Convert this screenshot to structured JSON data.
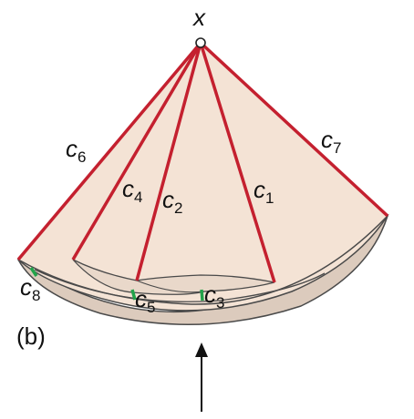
{
  "figure": {
    "apex_label": "x",
    "panel_label": "(b)",
    "edges": [
      {
        "name": "c",
        "index": "1"
      },
      {
        "name": "c",
        "index": "2"
      },
      {
        "name": "c",
        "index": "3"
      },
      {
        "name": "c",
        "index": "4"
      },
      {
        "name": "c",
        "index": "5"
      },
      {
        "name": "c",
        "index": "6"
      },
      {
        "name": "c",
        "index": "7"
      },
      {
        "name": "c",
        "index": "8"
      }
    ]
  },
  "colors": {
    "surface_fill": "#f4e3d5",
    "surface_shadow": "#dccbbd",
    "inner_fill": "#e9d8ca",
    "curve_edge": "#4a4a4a",
    "red_edge": "#c4202f",
    "green_edge": "#22a34a",
    "text": "#111111"
  }
}
